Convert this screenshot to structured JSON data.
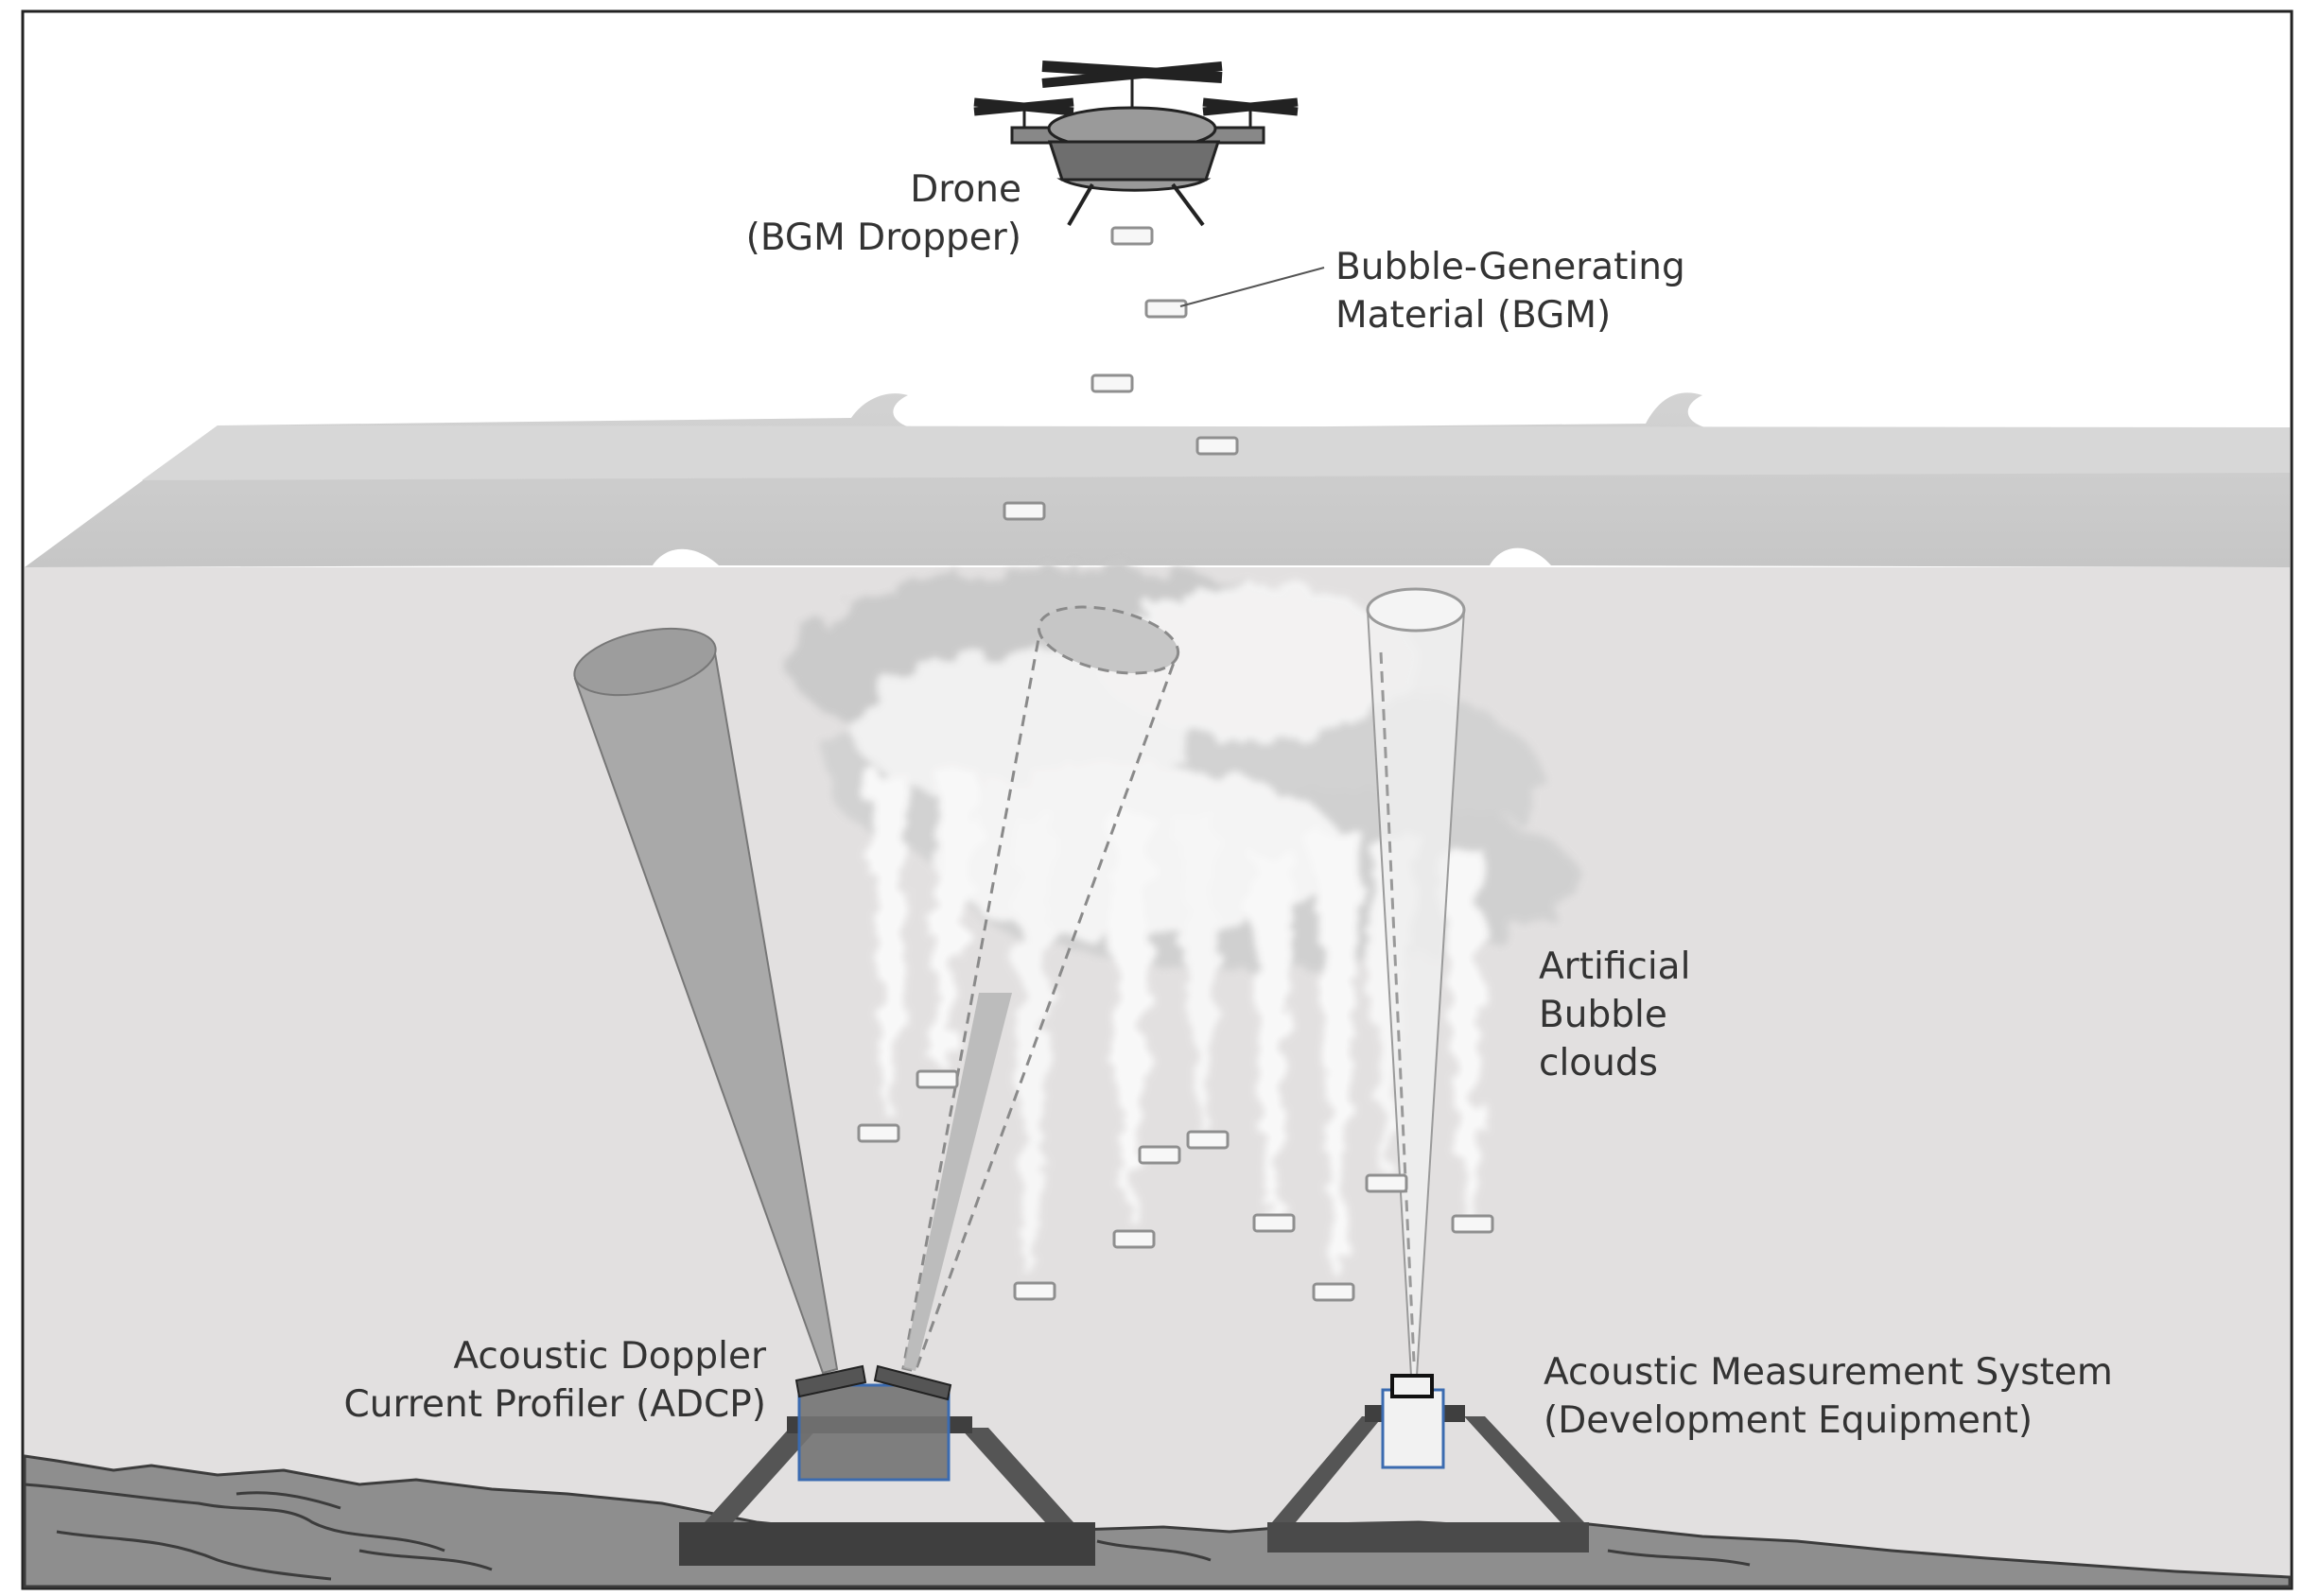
{
  "labels": {
    "drone": [
      "Drone",
      "(BGM Dropper)"
    ],
    "bgm": [
      "Bubble-Generating",
      "Material (BGM)"
    ],
    "bubble_clouds": [
      "Artificial",
      "Bubble",
      "clouds"
    ],
    "adcp": [
      "Acoustic Doppler",
      "Current Profiler (ADCP)"
    ],
    "ams": [
      "Acoustic Measurement System",
      "(Development Equipment)"
    ]
  },
  "colors": {
    "water": "#e2e0e0",
    "surface": "#cccccc",
    "seabed": "#8e8e8e",
    "frame": "#4a4a4a",
    "sensor_outline": "#3b6bb0",
    "text": "#333333"
  }
}
